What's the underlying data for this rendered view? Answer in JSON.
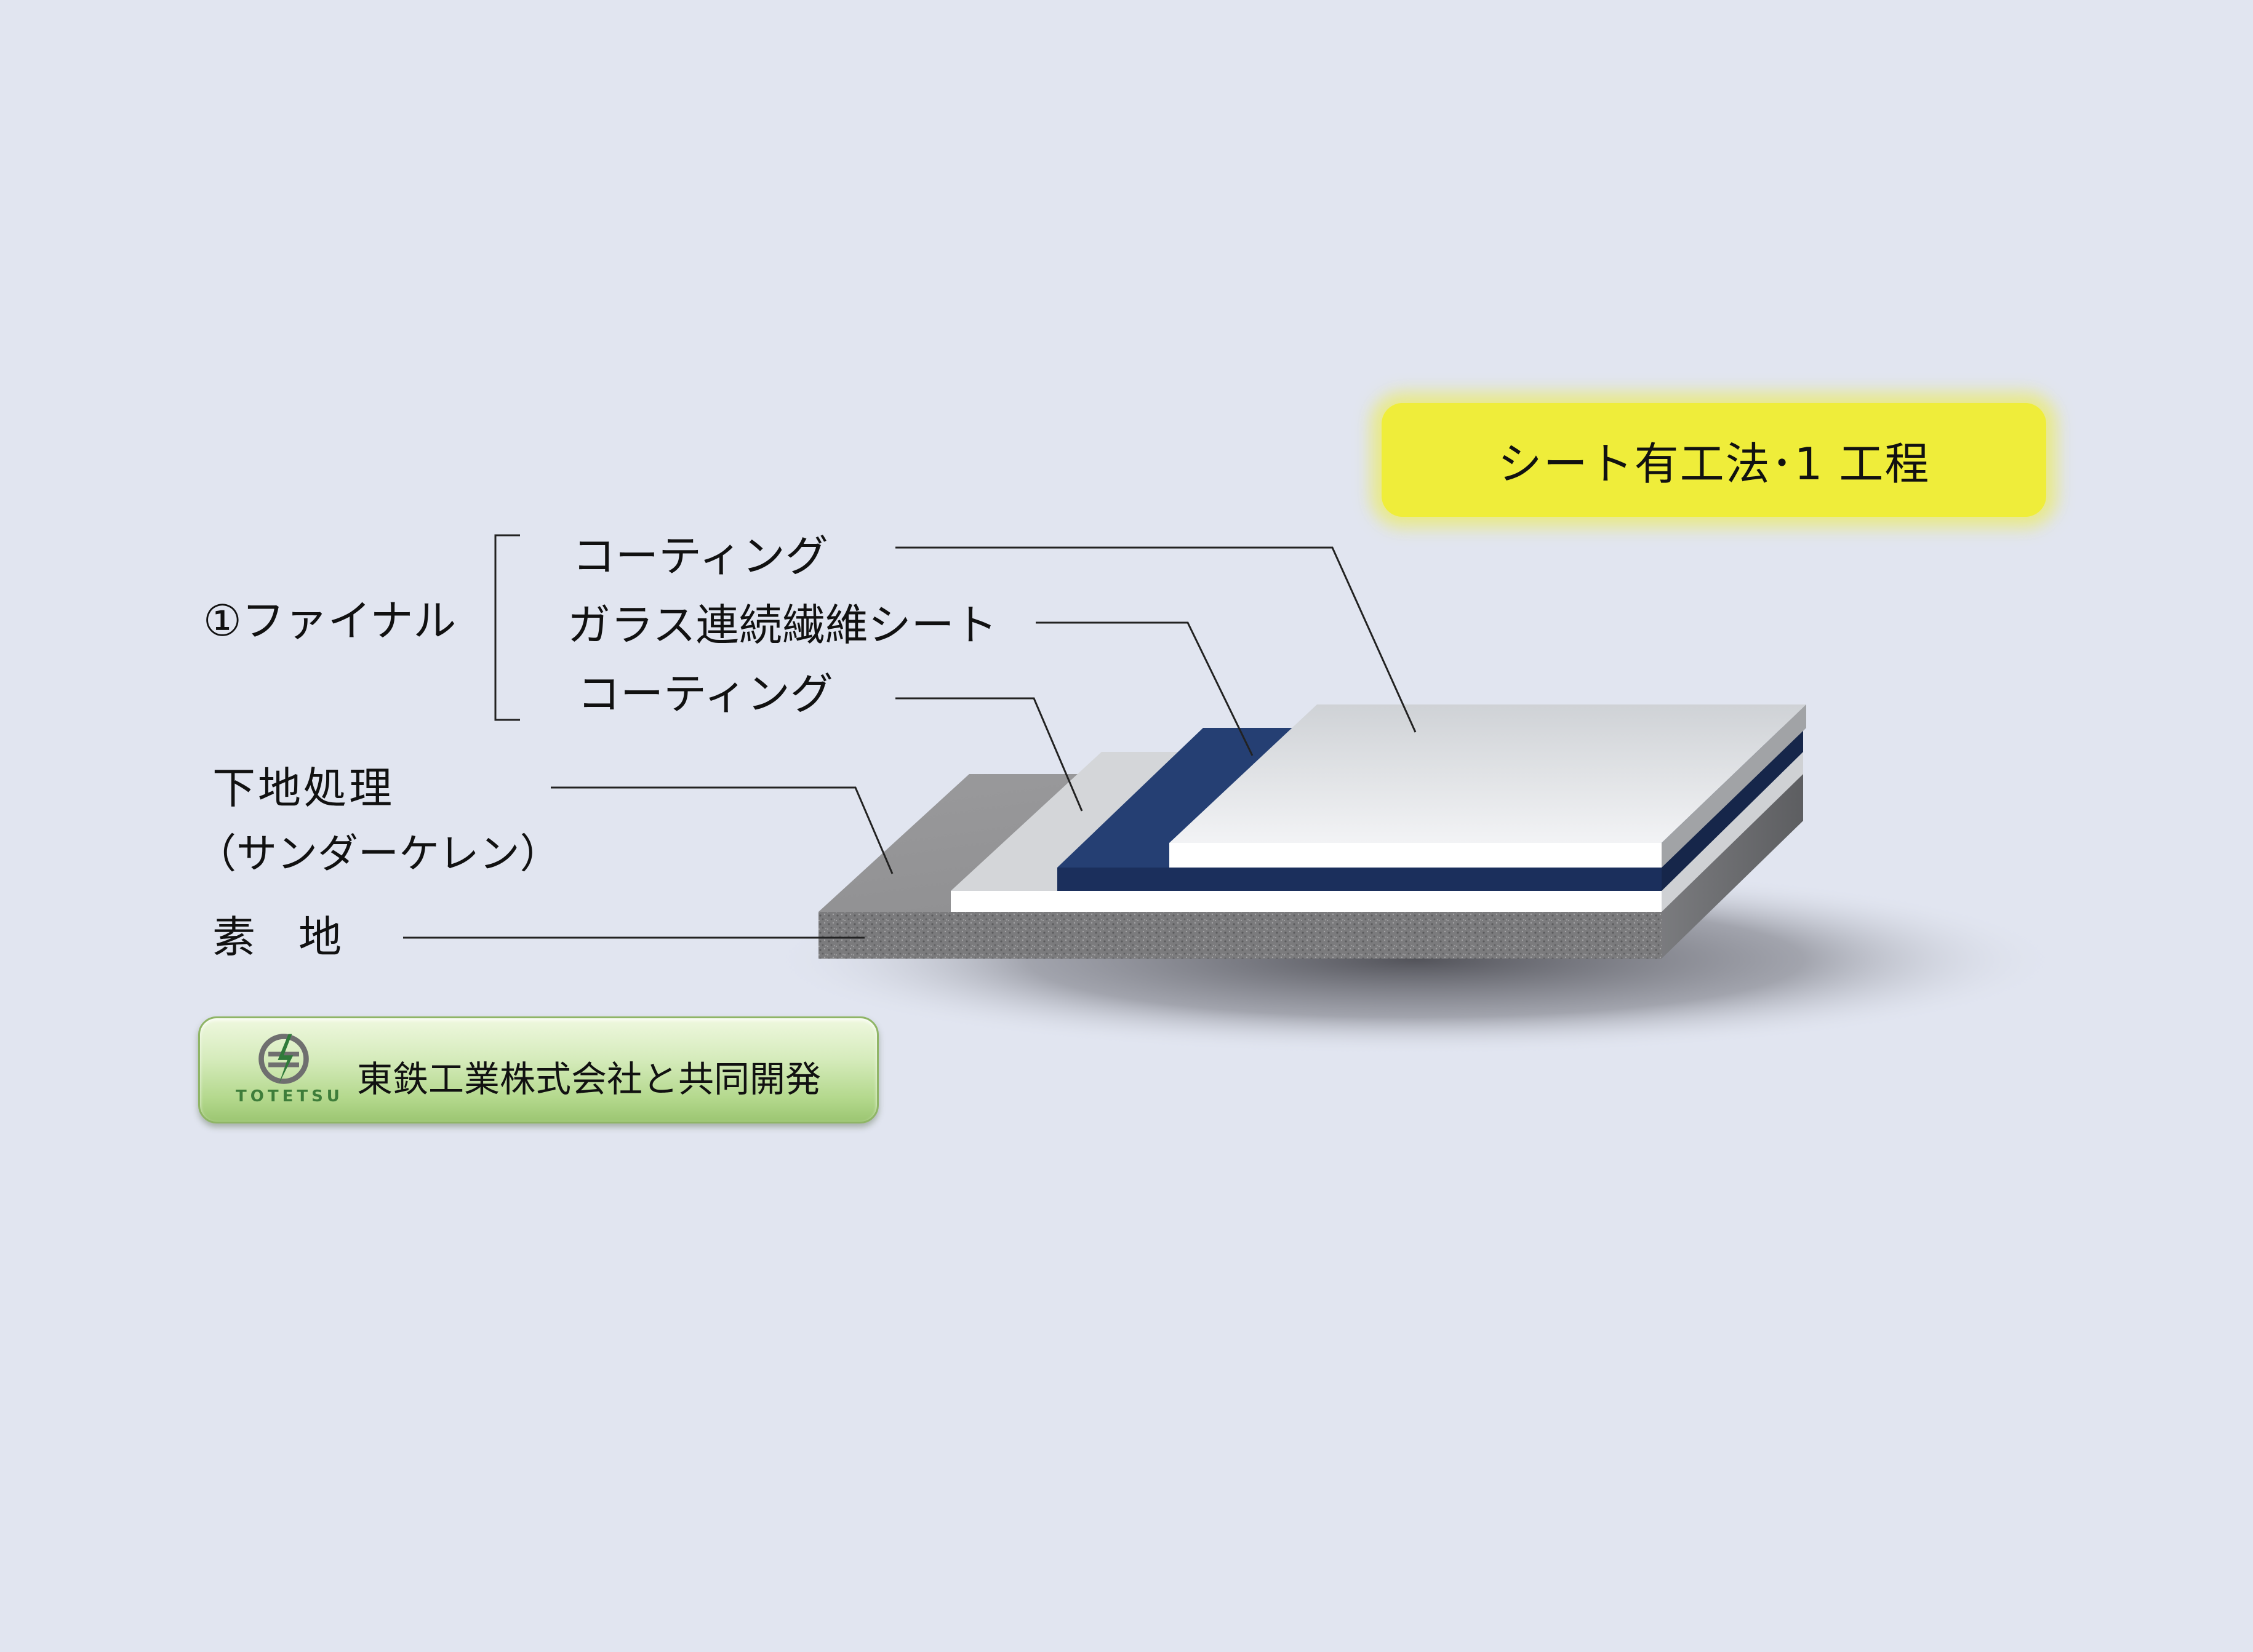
{
  "title": "シート有工法･1 工程",
  "group_label": "①ファイナル",
  "layers": {
    "coating_top": "コーティング",
    "glass_sheet": "ガラス連続繊維シート",
    "coating_bottom": "コーティング",
    "prep_line1": "下地処理",
    "prep_line2": "（サンダーケレン）",
    "substrate": "素　地"
  },
  "badge": {
    "text": "東鉄工業株式会社と共同開発",
    "logo_word": "TOTETSU"
  },
  "colors": {
    "background": "#e1e5f0",
    "title_fill": "#efed3a",
    "sheet_blue": "#253f73",
    "badge_green": "#b3d88c"
  }
}
